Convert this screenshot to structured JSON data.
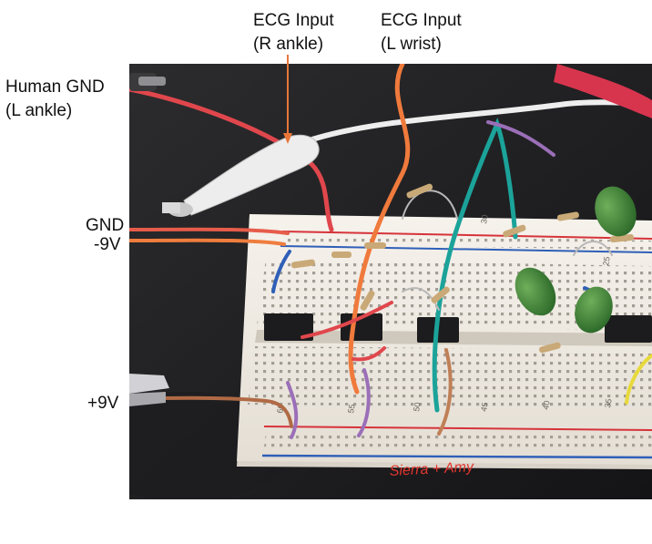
{
  "annotations": {
    "ecg_r_ankle": {
      "line1": "ECG Input",
      "line2": "(R ankle)"
    },
    "ecg_l_wrist": {
      "line1": "ECG Input",
      "line2": "(L wrist)"
    },
    "human_gnd": {
      "line1": "Human GND",
      "line2": "(L ankle)"
    },
    "gnd": "GND",
    "neg9v": "-9V",
    "pos9v": "+9V"
  },
  "breadboard": {
    "column_numbers": [
      "60",
      "55",
      "50",
      "45",
      "40",
      "35",
      "30",
      "25"
    ],
    "handwriting": "Sierra + Amy"
  },
  "colors": {
    "background": "#ffffff",
    "breadboard": "#f1ede6",
    "rail_red": "#d6333a",
    "rail_blue": "#2f5fb8",
    "arrow": "#e8763a",
    "text": "#111111"
  }
}
